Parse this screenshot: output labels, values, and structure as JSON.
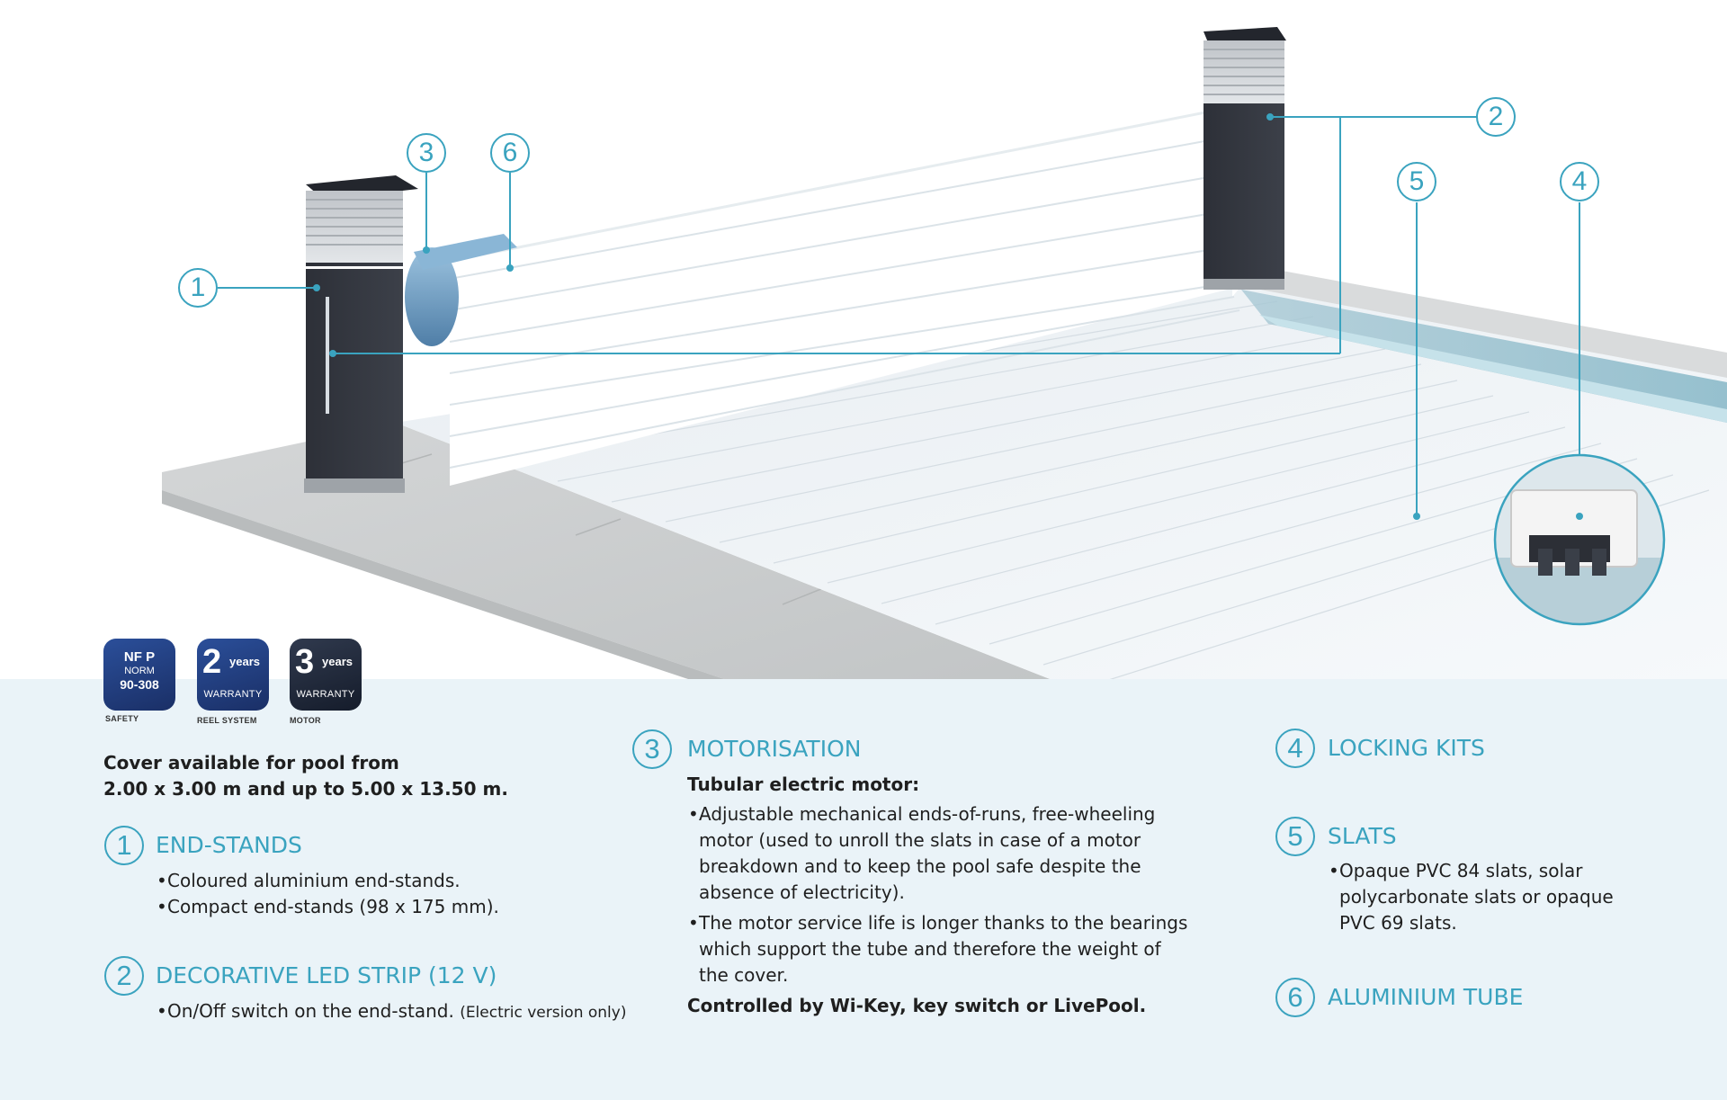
{
  "callouts": {
    "c1": "1",
    "c2": "2",
    "c3": "3",
    "c4": "4",
    "c5": "5",
    "c6": "6"
  },
  "badges": {
    "nfp": {
      "line1": "NF P",
      "line2": "NORM",
      "line3": "90-308",
      "caption": "SAFETY"
    },
    "reel": {
      "big": "2",
      "small": "years",
      "bottom": "WARRANTY",
      "caption": "REEL SYSTEM"
    },
    "motor": {
      "big": "3",
      "small": "years",
      "bottom": "WARRANTY",
      "caption": "MOTOR"
    }
  },
  "intro": {
    "line1": "Cover available for pool from",
    "line2": "2.00 x 3.00 m and up to 5.00 x 13.50 m."
  },
  "sections": {
    "end_stands": {
      "number": "1",
      "title": "END-STANDS",
      "bullets": [
        "Coloured aluminium end-stands.",
        "Compact end-stands (98 x 175 mm)."
      ]
    },
    "led_strip": {
      "number": "2",
      "title": "DECORATIVE LED STRIP (12 V)",
      "bullet_main": "On/Off switch on the end-stand.",
      "bullet_note": "(Electric version only)"
    },
    "motorisation": {
      "number": "3",
      "title": "MOTORISATION",
      "subtitle": "Tubular electric motor:",
      "bullet1": [
        "Adjustable mechanical ends-of-runs, free-wheeling",
        "motor (used to unroll the slats in case of a motor",
        "breakdown and to keep the pool safe despite the",
        "absence of electricity)."
      ],
      "bullet2": [
        "The motor service life is longer thanks to the bearings",
        "which support the tube and therefore the weight of",
        "the cover."
      ],
      "footer": "Controlled by Wi-Key, key switch or LivePool."
    },
    "locking_kits": {
      "number": "4",
      "title": "LOCKING KITS"
    },
    "slats": {
      "number": "5",
      "title": "SLATS",
      "bullet": [
        "Opaque PVC 84 slats, solar",
        "polycarbonate slats or opaque",
        "PVC 69 slats."
      ]
    },
    "aluminium_tube": {
      "number": "6",
      "title": "ALUMINIUM TUBE"
    }
  },
  "colors": {
    "accent": "#3aa3bf",
    "panel": "#eaf3f8",
    "badge_blue": "#2b4f9a",
    "badge_dark": "#1a2340"
  }
}
